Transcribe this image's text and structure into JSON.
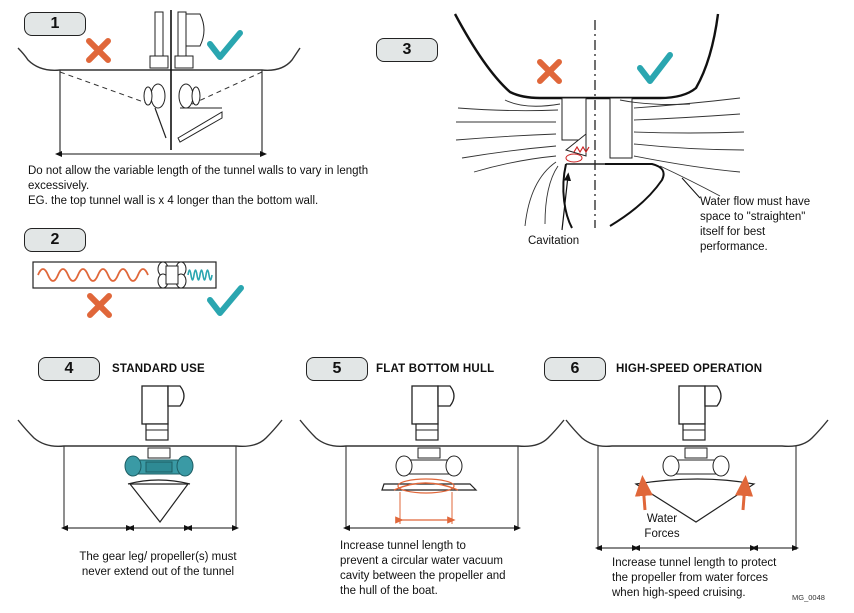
{
  "panels": {
    "p1": {
      "number": "1",
      "caption": [
        "Do not allow the variable length of the tunnel walls to vary in length",
        "excessively.",
        "EG. the top tunnel wall is x 4 longer than the bottom wall."
      ]
    },
    "p2": {
      "number": "2"
    },
    "p3": {
      "number": "3",
      "label_cavitation": "Cavitation",
      "caption": [
        "Water flow must have",
        "space to \"straighten\"",
        "itself for best",
        "performance."
      ]
    },
    "p4": {
      "number": "4",
      "heading": "STANDARD USE",
      "caption": [
        "The gear leg/ propeller(s) must",
        "never extend out of the tunnel"
      ]
    },
    "p5": {
      "number": "5",
      "heading": "FLAT BOTTOM HULL",
      "caption": [
        "Increase tunnel length to",
        "prevent a circular water vacuum",
        "cavity between the propeller and",
        "the hull of the boat."
      ]
    },
    "p6": {
      "number": "6",
      "heading": "HIGH-SPEED OPERATION",
      "label_forces": [
        "Water",
        "Forces"
      ],
      "caption": [
        "Increase tunnel length to protect",
        "the propeller from water forces",
        "when high-speed cruising."
      ]
    }
  },
  "marks": {
    "wrong": "cross-mark-icon",
    "right": "check-mark-icon"
  },
  "colors": {
    "wrong": "#e0673a",
    "right": "#2aa6b0",
    "accent": "#3a9aa5",
    "badge": "#e2e6e6",
    "flow_red": "#cc2222"
  },
  "footer": {
    "code": "MG_0048"
  }
}
